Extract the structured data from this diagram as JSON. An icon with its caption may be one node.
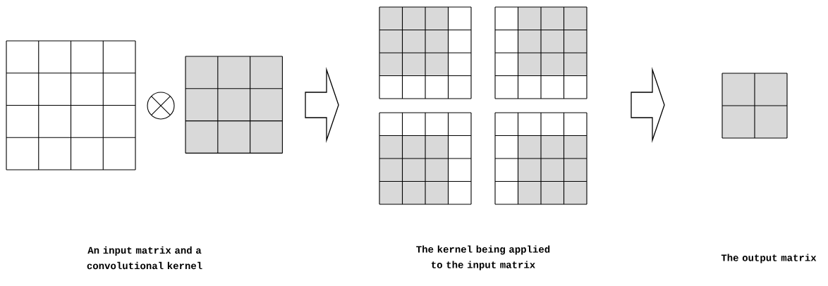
{
  "diagram": {
    "nodes": [
      {
        "text": [],
        "shape": "grid"
      },
      {
        "text": [],
        "shape": "grid"
      },
      {
        "text": [],
        "shape": "grid"
      },
      {
        "text": [],
        "shape": "grid"
      },
      {
        "text": [],
        "shape": "grid"
      },
      {
        "text": [],
        "shape": "grid"
      },
      {
        "text": [],
        "shape": "grid"
      }
    ],
    "labels": [
      "An input matrix and a convolutional kernel",
      "The kernel being applied to the input matrix",
      "The output matrix"
    ]
  }
}
